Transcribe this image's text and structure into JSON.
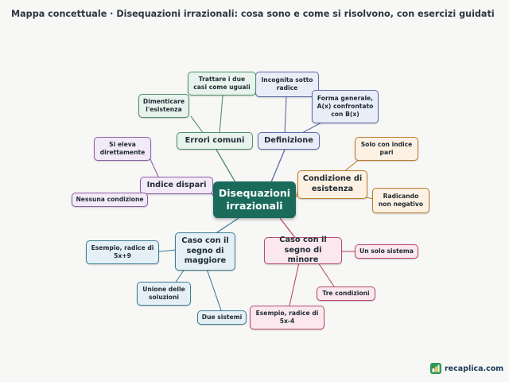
{
  "header": {
    "title": "Mappa concettuale · Disequazioni irrazionali: cosa sono e come si risolvono, con esercizi guidati"
  },
  "central": {
    "label": "Disequazioni irrazionali"
  },
  "branches": {
    "definizione": {
      "label": "Definizione",
      "leaves": [
        "Incognita sotto radice",
        "Forma generale, A(x) confrontato con B(x)"
      ]
    },
    "errori": {
      "label": "Errori comuni",
      "leaves": [
        "Trattare i due casi come uguali",
        "Dimenticare l'esistenza"
      ]
    },
    "condizione": {
      "label": "Condizione di esistenza",
      "leaves": [
        "Solo con indice pari",
        "Radicando non negativo"
      ]
    },
    "indice": {
      "label": "Indice dispari",
      "leaves": [
        "Si eleva direttamente",
        "Nessuna condizione"
      ]
    },
    "maggiore": {
      "label": "Caso con il segno di maggiore",
      "leaves": [
        "Esempio, radice di 5x+9",
        "Unione delle soluzioni",
        "Due sistemi"
      ]
    },
    "minore": {
      "label": "Caso con il segno di minore",
      "leaves": [
        "Un solo sistema",
        "Tre condizioni",
        "Esempio, radice di 5x-4"
      ]
    }
  },
  "colors": {
    "central": "#1a6b5c",
    "definizione": "#5c6ca6",
    "errori": "#4f8f6a",
    "condizione": "#bb7a2e",
    "indice": "#8c5ea8",
    "maggiore": "#3e7d96",
    "minore": "#b64a6b"
  },
  "brand": {
    "name": "recaplica.com",
    "icon": "recaplica-logo-icon"
  }
}
